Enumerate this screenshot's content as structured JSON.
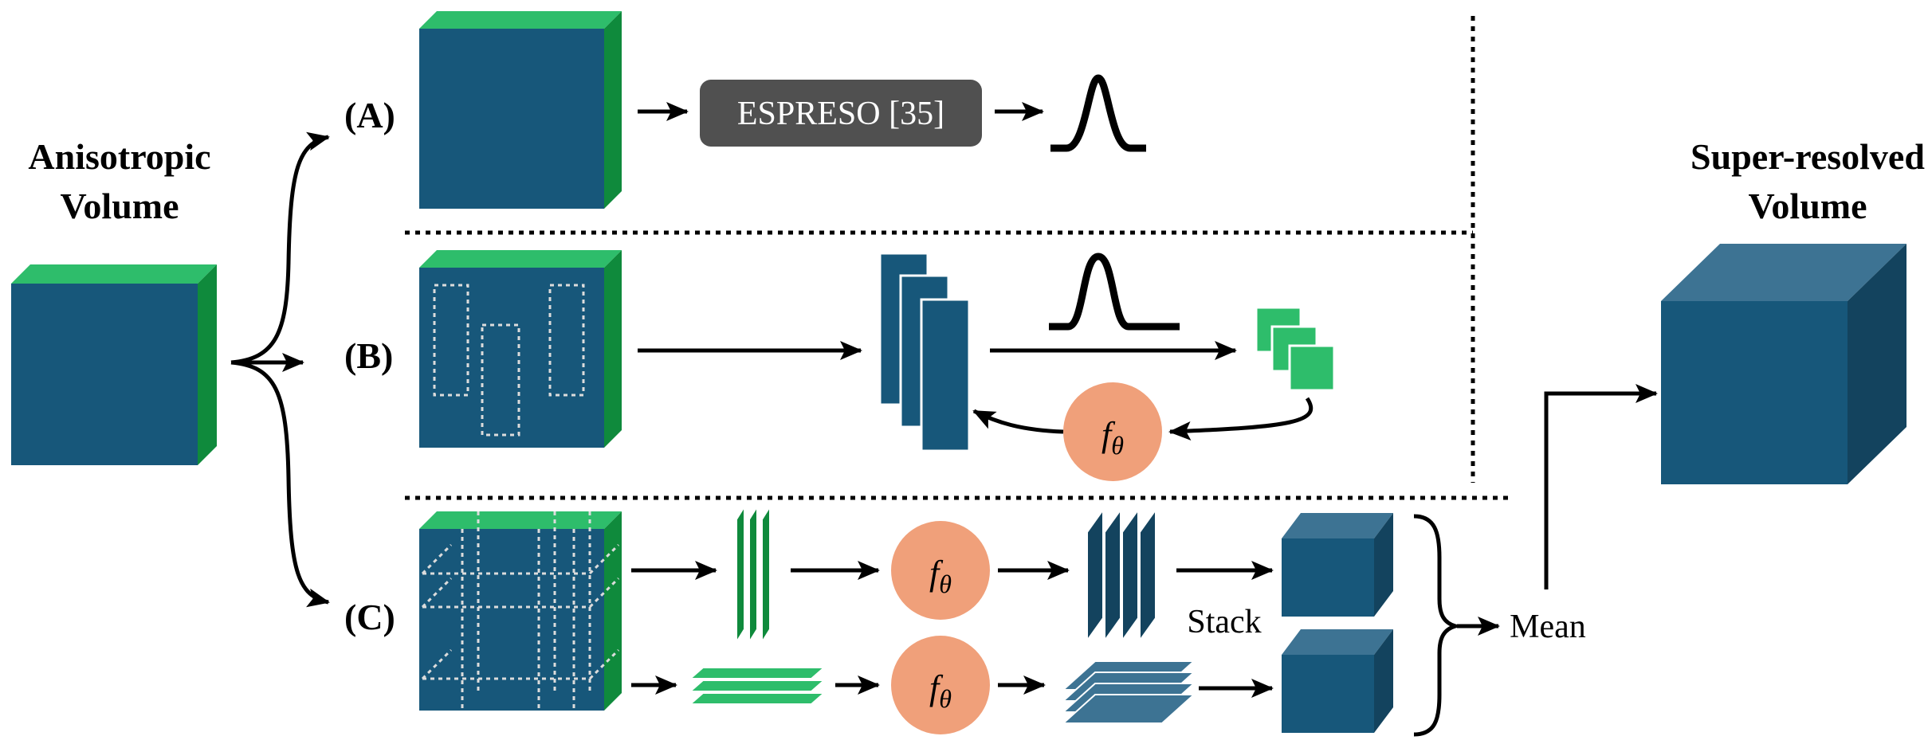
{
  "labels": {
    "input_title_line1": "Anisotropic",
    "input_title_line2": "Volume",
    "output_title_line1": "Super-resolved",
    "output_title_line2": "Volume",
    "branch_a": "(A)",
    "branch_b": "(B)",
    "branch_c": "(C)",
    "espreso": "ESPRESO [35]",
    "f_base": "f",
    "f_sub": "θ",
    "stack": "Stack",
    "mean": "Mean"
  },
  "colors": {
    "cube_front": "#17577a",
    "cube_green_top": "#2ebd6b",
    "cube_green_side": "#0f8a3c",
    "cube_light_top": "#3d7393",
    "cube_dark_side": "#13435e",
    "patch_green": "#2ebd6b",
    "slice_green": "#0f8a3c",
    "network": "#f0a07a",
    "espreso_box": "#505050"
  }
}
